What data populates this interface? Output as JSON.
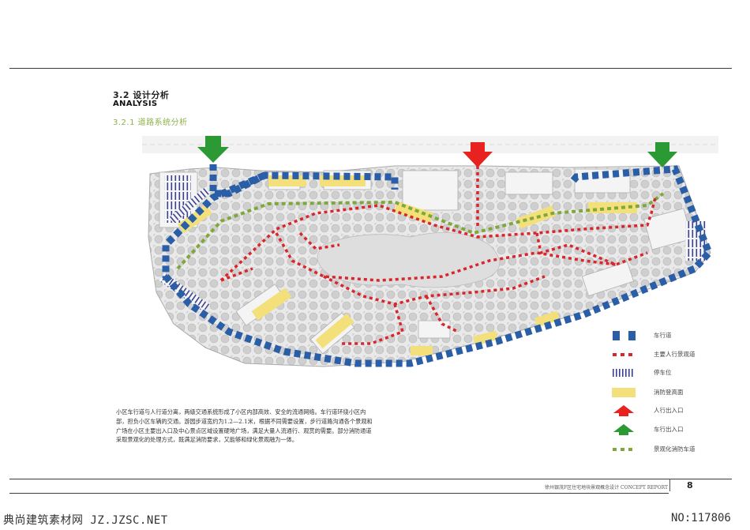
{
  "heading": {
    "section_number": "3.2 设计分析",
    "section_en": "ANALYSIS",
    "subsection": "3.2.1 道路系统分析"
  },
  "description": "小区车行道与人行道分离，两级交通系统形成了小区内部高效、安全的流通网络。车行道环绕小区内部，担负小区车辆的交通。游园步道宽约为1.2—2.1米，根据不同需要设置，步行道路沟通各个景观和广场在小区主要出入口及中心景点区域设置硬地广场，满足大量人流通行、观赏的需要。部分消防通道采取景观化的处理方式，既满足消防要求，又能够和绿化景观融为一体。",
  "legend": [
    {
      "key": "vehicle",
      "label": "车行道",
      "color": "#2a5fa8"
    },
    {
      "key": "pedestrian",
      "label": "主要人行景观道",
      "color": "#d9262c"
    },
    {
      "key": "parking",
      "label": "停车位",
      "color": "#3a3f8f"
    },
    {
      "key": "fire-platform",
      "label": "消防登高面",
      "color": "#f3e07a"
    },
    {
      "key": "pedestrian-entrance",
      "label": "人行出入口",
      "color": "#e8231f"
    },
    {
      "key": "vehicle-entrance",
      "label": "车行出入口",
      "color": "#2c9a34"
    },
    {
      "key": "fire-lane",
      "label": "景观化消防车道",
      "color": "#7fa83a"
    }
  ],
  "footer": {
    "project_title": "徐州银茂F区住宅地块景观概念设计 CONCEPT REPORT",
    "page_number": "8"
  },
  "watermark": {
    "left": "典尚建筑素材网 JZ.JZSC.NET",
    "right": "NO:117806"
  }
}
